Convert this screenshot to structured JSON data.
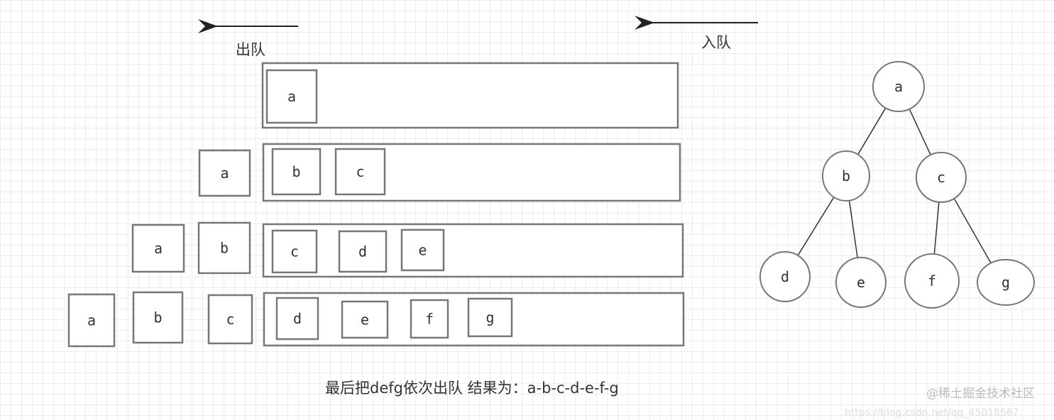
{
  "labels": {
    "dequeue": "出队",
    "enqueue": "入队"
  },
  "queue_steps": [
    {
      "dequeued": [],
      "queue": [
        "a"
      ]
    },
    {
      "dequeued": [
        "a"
      ],
      "queue": [
        "b",
        "c"
      ]
    },
    {
      "dequeued": [
        "a",
        "b"
      ],
      "queue": [
        "c",
        "d",
        "e"
      ]
    },
    {
      "dequeued": [
        "a",
        "b",
        "c"
      ],
      "queue": [
        "d",
        "e",
        "f",
        "g"
      ]
    }
  ],
  "tree": {
    "nodes": [
      "a",
      "b",
      "c",
      "d",
      "e",
      "f",
      "g"
    ],
    "edges": [
      [
        "a",
        "b"
      ],
      [
        "a",
        "c"
      ],
      [
        "b",
        "d"
      ],
      [
        "b",
        "e"
      ],
      [
        "c",
        "f"
      ],
      [
        "c",
        "g"
      ]
    ]
  },
  "caption": "最后把defg依次出队  结果为：a-b-c-d-e-f-g",
  "watermark": {
    "brand": "@稀土掘金技术社区",
    "url": "https://blog.csdn.net/qq_45018567"
  },
  "colors": {
    "stroke": "#777777",
    "text": "#333333",
    "grid": "#ececec"
  }
}
